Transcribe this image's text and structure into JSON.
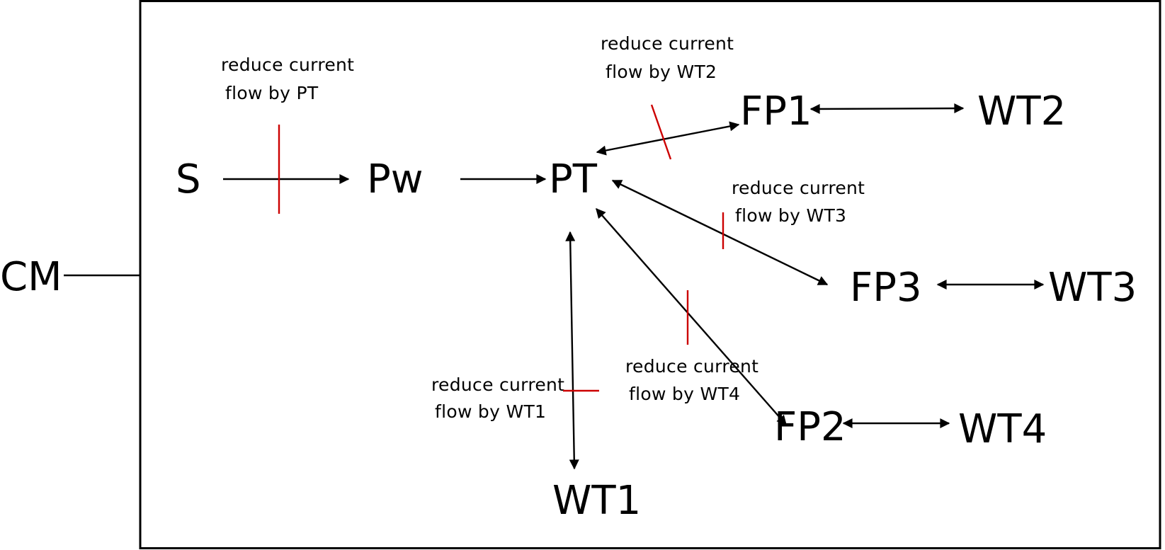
{
  "diagram": {
    "colors": {
      "line": "#000000",
      "inhibit": "#cc0000",
      "background": "#ffffff"
    },
    "nodes": {
      "cm": "CM",
      "s": "S",
      "pw": "Pw",
      "pt": "PT",
      "fp1": "FP1",
      "wt2": "WT2",
      "fp3": "FP3",
      "wt3": "WT3",
      "fp2": "FP2",
      "wt4": "WT4",
      "wt1": "WT1"
    },
    "annotations": {
      "pt": [
        "reduce current",
        "flow by PT"
      ],
      "wt2": [
        "reduce current",
        "flow by WT2"
      ],
      "wt3": [
        "reduce current",
        "flow by WT3"
      ],
      "wt4": [
        "reduce current",
        "flow by WT4"
      ],
      "wt1": [
        "reduce current",
        "flow by WT1"
      ]
    },
    "edges": [
      {
        "from": "S",
        "to": "Pw",
        "direction": "forward",
        "reduced": true
      },
      {
        "from": "Pw",
        "to": "PT",
        "direction": "forward",
        "reduced": false
      },
      {
        "from": "PT",
        "to": "FP1",
        "direction": "both",
        "reduced": true
      },
      {
        "from": "FP1",
        "to": "WT2",
        "direction": "both",
        "reduced": false
      },
      {
        "from": "PT",
        "to": "FP3",
        "direction": "both",
        "reduced": true
      },
      {
        "from": "FP3",
        "to": "WT3",
        "direction": "both",
        "reduced": false
      },
      {
        "from": "PT",
        "to": "FP2",
        "direction": "both",
        "reduced": true
      },
      {
        "from": "FP2",
        "to": "WT4",
        "direction": "both",
        "reduced": false
      },
      {
        "from": "PT",
        "to": "WT1",
        "direction": "both",
        "reduced": true
      },
      {
        "from": "CM",
        "to": "frame",
        "direction": "none",
        "reduced": false
      }
    ]
  }
}
